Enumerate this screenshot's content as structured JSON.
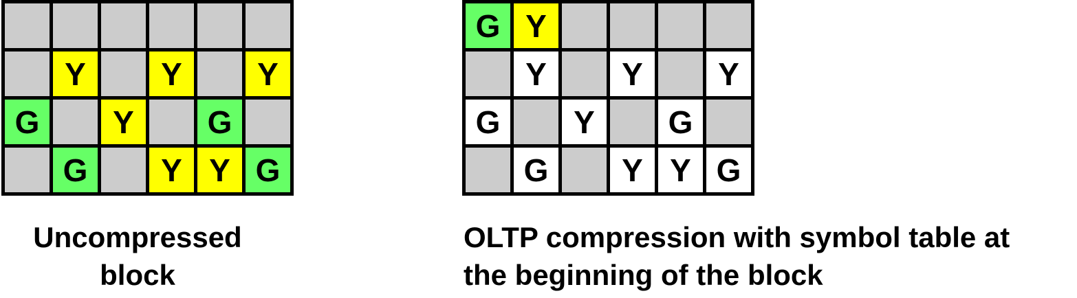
{
  "colors": {
    "empty": "#cccccc",
    "Y": "#ffff00",
    "G": "#66ff66",
    "W": "#ffffff",
    "grid_line": "#000000"
  },
  "left_block": {
    "caption_lines": [
      "Uncompressed",
      "block"
    ],
    "rows": [
      [
        {
          "t": "",
          "c": "empty"
        },
        {
          "t": "",
          "c": "empty"
        },
        {
          "t": "",
          "c": "empty"
        },
        {
          "t": "",
          "c": "empty"
        },
        {
          "t": "",
          "c": "empty"
        },
        {
          "t": "",
          "c": "empty"
        }
      ],
      [
        {
          "t": "",
          "c": "empty"
        },
        {
          "t": "Y",
          "c": "Y"
        },
        {
          "t": "",
          "c": "empty"
        },
        {
          "t": "Y",
          "c": "Y"
        },
        {
          "t": "",
          "c": "empty"
        },
        {
          "t": "Y",
          "c": "Y"
        }
      ],
      [
        {
          "t": "G",
          "c": "G"
        },
        {
          "t": "",
          "c": "empty"
        },
        {
          "t": "Y",
          "c": "Y"
        },
        {
          "t": "",
          "c": "empty"
        },
        {
          "t": "G",
          "c": "G"
        },
        {
          "t": "",
          "c": "empty"
        }
      ],
      [
        {
          "t": "",
          "c": "empty"
        },
        {
          "t": "G",
          "c": "G"
        },
        {
          "t": "",
          "c": "empty"
        },
        {
          "t": "Y",
          "c": "Y"
        },
        {
          "t": "Y",
          "c": "Y"
        },
        {
          "t": "G",
          "c": "G"
        }
      ]
    ]
  },
  "right_block": {
    "caption_lines": [
      "OLTP compression with symbol table at",
      "the beginning of the block"
    ],
    "rows": [
      [
        {
          "t": "G",
          "c": "G"
        },
        {
          "t": "Y",
          "c": "Y"
        },
        {
          "t": "",
          "c": "empty"
        },
        {
          "t": "",
          "c": "empty"
        },
        {
          "t": "",
          "c": "empty"
        },
        {
          "t": "",
          "c": "empty"
        }
      ],
      [
        {
          "t": "",
          "c": "empty"
        },
        {
          "t": "Y",
          "c": "W"
        },
        {
          "t": "",
          "c": "empty"
        },
        {
          "t": "Y",
          "c": "W"
        },
        {
          "t": "",
          "c": "empty"
        },
        {
          "t": "Y",
          "c": "W"
        }
      ],
      [
        {
          "t": "G",
          "c": "W"
        },
        {
          "t": "",
          "c": "empty"
        },
        {
          "t": "Y",
          "c": "W"
        },
        {
          "t": "",
          "c": "empty"
        },
        {
          "t": "G",
          "c": "W"
        },
        {
          "t": "",
          "c": "empty"
        }
      ],
      [
        {
          "t": "",
          "c": "empty"
        },
        {
          "t": "G",
          "c": "W"
        },
        {
          "t": "",
          "c": "empty"
        },
        {
          "t": "Y",
          "c": "W"
        },
        {
          "t": "Y",
          "c": "W"
        },
        {
          "t": "G",
          "c": "W"
        }
      ]
    ]
  }
}
